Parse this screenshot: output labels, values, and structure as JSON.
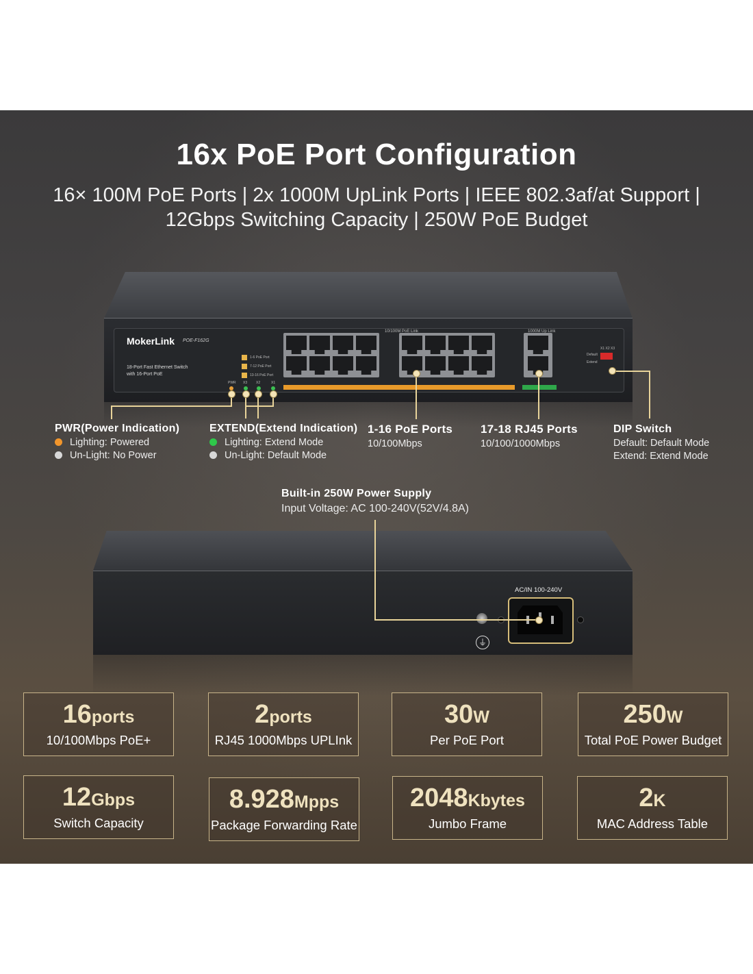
{
  "header": {
    "title": "16x PoE Port Configuration",
    "subtitle_line1": "16× 100M PoE Ports  | 2x 1000M UpLink Ports | IEEE 802.3af/at Support |",
    "subtitle_line2": "12Gbps Switching Capacity | 250W PoE Budget"
  },
  "switch_front": {
    "brand": "MokerLink",
    "model": "POE-F162G",
    "description_line1": "18-Port Fast Ethernet Switch",
    "description_line2": "with 16-Port PoE",
    "poe_link_label": "10/100M PoE Link",
    "uplink_label": "1000M Up Link",
    "legend": [
      "1-6  PoE Port",
      "7-12  PoE Port",
      "13-16 PoE Port"
    ],
    "led_labels": [
      "PWR",
      "X3",
      "X2",
      "X1"
    ],
    "dip_labels": [
      "Default",
      "Extend"
    ],
    "dip_numbers": "X1 X2 X3"
  },
  "callouts": {
    "pwr": {
      "title": "PWR(Power Indication)",
      "items": [
        {
          "text": "Lighting: Powered",
          "color": "#f2962c"
        },
        {
          "text": "Un-Light: No Power",
          "color": "#d8d8d8"
        }
      ]
    },
    "extend": {
      "title": "EXTEND(Extend Indication)",
      "items": [
        {
          "text": "Lighting: Extend Mode",
          "color": "#2ec84a"
        },
        {
          "text": "Un-Light: Default Mode",
          "color": "#d8d8d8"
        }
      ]
    },
    "poe_ports": {
      "title": "1-16 PoE Ports",
      "detail": "10/100Mbps"
    },
    "rj45_ports": {
      "title": "17-18 RJ45 Ports",
      "detail": "10/100/1000Mbps"
    },
    "dip": {
      "title": "DIP Switch",
      "line1": "Default: Default Mode",
      "line2": "Extend: Extend Mode"
    },
    "power": {
      "title": "Built-in 250W Power Supply",
      "detail": "Input Voltage: AC 100-240V(52V/4.8A)"
    }
  },
  "switch_back": {
    "ac_label": "AC/IN 100-240V"
  },
  "specs": [
    {
      "value": "16",
      "unit": "ports",
      "label": "10/100Mbps PoE+"
    },
    {
      "value": "2",
      "unit": "ports",
      "label": "RJ45 1000Mbps UPLInk"
    },
    {
      "value": "30",
      "unit": "W",
      "label": "Per PoE Port"
    },
    {
      "value": "250",
      "unit": "W",
      "label": "Total PoE Power Budget"
    },
    {
      "value": "12",
      "unit": "Gbps",
      "label": "Switch Capacity"
    },
    {
      "value": "8.928",
      "unit": "Mpps",
      "label": "Package Forwarding Rate"
    },
    {
      "value": "2048",
      "unit": "Kbytes",
      "label": "Jumbo Frame"
    },
    {
      "value": "2",
      "unit": "K",
      "label": "MAC Address Table"
    }
  ],
  "colors": {
    "accent_gold": "#e9d49a",
    "led_orange": "#f2962c",
    "led_green": "#2ec84a"
  }
}
